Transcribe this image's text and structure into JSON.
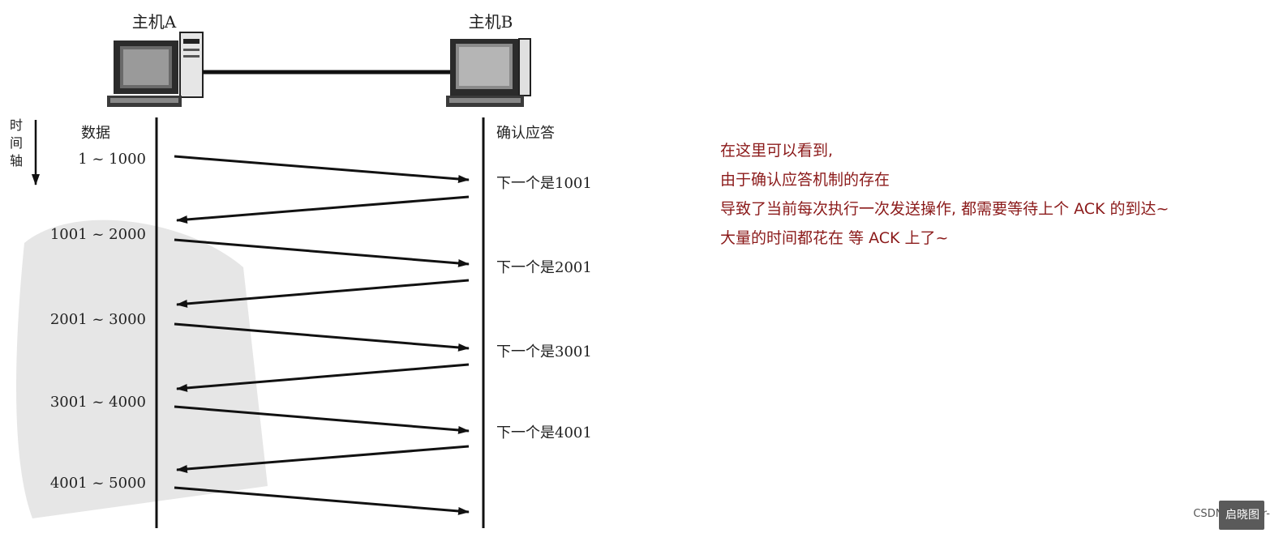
{
  "host_a": "主机A",
  "host_b": "主机B",
  "time_axis": [
    "时",
    "间",
    "轴"
  ],
  "data_header": "数据",
  "ack_header": "确认应答",
  "segments": [
    "1 ~ 1000",
    "1001 ~ 2000",
    "2001 ~ 3000",
    "3001 ~ 4000",
    "4001 ~ 5000"
  ],
  "acks": [
    "下一个是1001",
    "下一个是2001",
    "下一个是3001",
    "下一个是4001"
  ],
  "note": [
    "在这里可以看到,",
    "由于确认应答机制的存在",
    "导致了当前每次执行一次发送操作, 都需要等待上个 ACK 的到达~",
    "大量的时间都花在 等 ACK 上了~"
  ],
  "watermark": "CSDN @sugar-",
  "watermark_badge": "启晓图"
}
